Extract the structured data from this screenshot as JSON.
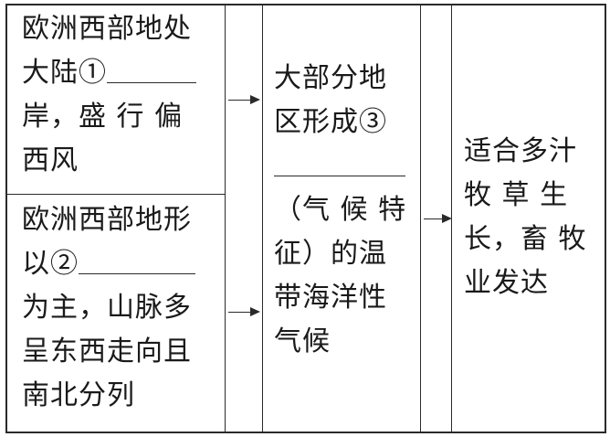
{
  "box1": {
    "line1": "欧洲西部地处",
    "line2_prefix": "大陆①",
    "line3": "岸，盛 行 偏",
    "line4": "西风"
  },
  "box2": {
    "line1": "欧洲西部地形",
    "line2_prefix": "以②",
    "line3": "为主，山脉多",
    "line4": "呈东西走向且",
    "line5": "南北分列"
  },
  "box3": {
    "line1": "大部分地",
    "line2": "区形成③",
    "line3": "（气 候 特",
    "line4": "征）的温",
    "line5": "带海洋性",
    "line6": "气候"
  },
  "box4": {
    "line1": "适合多汁",
    "line2": "牧 草 生",
    "line3": "长，畜 牧",
    "line4": "业发达"
  }
}
